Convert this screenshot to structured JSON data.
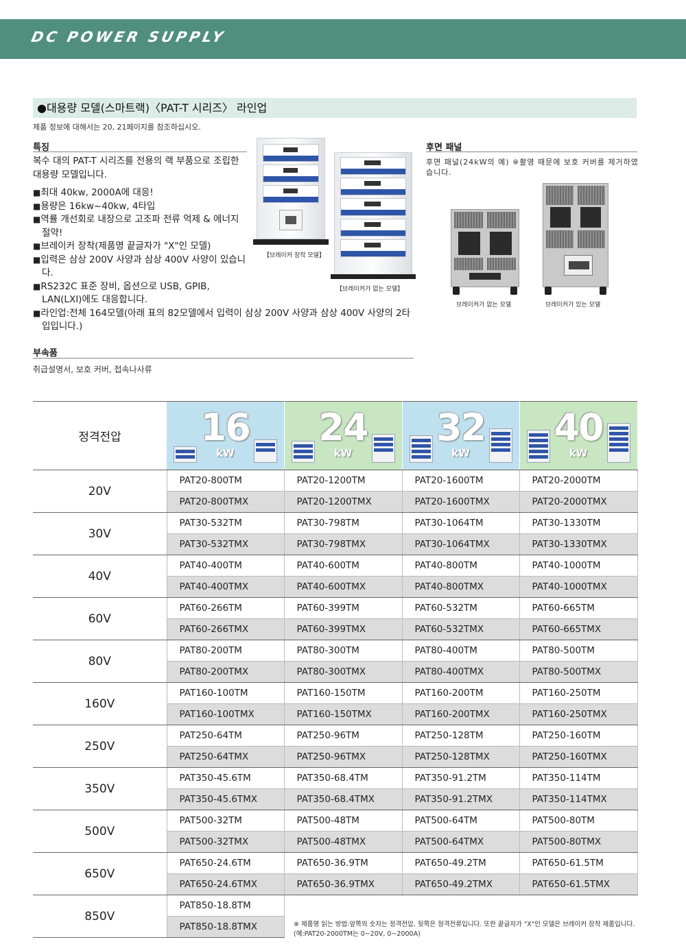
{
  "banner": {
    "title": "DC POWER SUPPLY"
  },
  "section": {
    "title": "●대용량 모델(스마트랙)〈PAT-T 시리즈〉 라인업",
    "ref_note": "제품 정보에 대해서는 20, 21페이지를 참조하십시오."
  },
  "features": {
    "heading": "특징",
    "intro": "복수 대의 PAT-T 시리즈를 전용의 랙 부품으로 조립한 대용량 모델입니다.",
    "items": [
      "최대 40kw, 2000A에 대응!",
      "용량은 16kw~40kw, 4타입",
      "역률 개선회로 내장으로 고조파 전류 억제 & 에너지 절약!",
      "브레이커 장착(제품명 끝글자가 \"X\"인 모델)",
      "입력은 삼상 200V 사양과 삼상 400V 사양이 있습니다.",
      "RS232C 표준 장비, 옵션으로 USB, GPIB, LAN(LXI)에도 대응합니다.",
      "라인업:전체 164모델(아래 표의 82모델에서 입력이 삼상 200V 사양과 삼상 400V 사양의 2타입입니다.)"
    ]
  },
  "product_images": {
    "caption_with_breaker": "【브레이커 장착 모델】",
    "caption_without_breaker": "【브레이커가 없는 모델】"
  },
  "accessories": {
    "heading": "부속품",
    "text": "취급설명서, 보호 커버, 접속나사류"
  },
  "rear_panel": {
    "heading": "후면 패널",
    "text": "후면 패널(24kW의 예) ※촬영 때문에 보호 커버를 제거하였습니다.",
    "caption_left": "브레이커가 없는 모델",
    "caption_right": "브레이커가 있는 모델"
  },
  "table": {
    "header_label": "정격전압",
    "capacities": [
      {
        "num": "16",
        "unit": "kW",
        "bg": "#bfe0ee"
      },
      {
        "num": "24",
        "unit": "kW",
        "bg": "#c8e6c2"
      },
      {
        "num": "32",
        "unit": "kW",
        "bg": "#bfe0ee"
      },
      {
        "num": "40",
        "unit": "kW",
        "bg": "#c8e6c2"
      }
    ],
    "rows": [
      {
        "voltage": "20V",
        "tm": [
          "PAT20-800TM",
          "PAT20-1200TM",
          "PAT20-1600TM",
          "PAT20-2000TM"
        ],
        "tmx": [
          "PAT20-800TMX",
          "PAT20-1200TMX",
          "PAT20-1600TMX",
          "PAT20-2000TMX"
        ]
      },
      {
        "voltage": "30V",
        "tm": [
          "PAT30-532TM",
          "PAT30-798TM",
          "PAT30-1064TM",
          "PAT30-1330TM"
        ],
        "tmx": [
          "PAT30-532TMX",
          "PAT30-798TMX",
          "PAT30-1064TMX",
          "PAT30-1330TMX"
        ]
      },
      {
        "voltage": "40V",
        "tm": [
          "PAT40-400TM",
          "PAT40-600TM",
          "PAT40-800TM",
          "PAT40-1000TM"
        ],
        "tmx": [
          "PAT40-400TMX",
          "PAT40-600TMX",
          "PAT40-800TMX",
          "PAT40-1000TMX"
        ]
      },
      {
        "voltage": "60V",
        "tm": [
          "PAT60-266TM",
          "PAT60-399TM",
          "PAT60-532TM",
          "PAT60-665TM"
        ],
        "tmx": [
          "PAT60-266TMX",
          "PAT60-399TMX",
          "PAT60-532TMX",
          "PAT60-665TMX"
        ]
      },
      {
        "voltage": "80V",
        "tm": [
          "PAT80-200TM",
          "PAT80-300TM",
          "PAT80-400TM",
          "PAT80-500TM"
        ],
        "tmx": [
          "PAT80-200TMX",
          "PAT80-300TMX",
          "PAT80-400TMX",
          "PAT80-500TMX"
        ]
      },
      {
        "voltage": "160V",
        "tm": [
          "PAT160-100TM",
          "PAT160-150TM",
          "PAT160-200TM",
          "PAT160-250TM"
        ],
        "tmx": [
          "PAT160-100TMX",
          "PAT160-150TMX",
          "PAT160-200TMX",
          "PAT160-250TMX"
        ]
      },
      {
        "voltage": "250V",
        "tm": [
          "PAT250-64TM",
          "PAT250-96TM",
          "PAT250-128TM",
          "PAT250-160TM"
        ],
        "tmx": [
          "PAT250-64TMX",
          "PAT250-96TMX",
          "PAT250-128TMX",
          "PAT250-160TMX"
        ]
      },
      {
        "voltage": "350V",
        "tm": [
          "PAT350-45.6TM",
          "PAT350-68.4TM",
          "PAT350-91.2TM",
          "PAT350-114TM"
        ],
        "tmx": [
          "PAT350-45.6TMX",
          "PAT350-68.4TMX",
          "PAT350-91.2TMX",
          "PAT350-114TMX"
        ]
      },
      {
        "voltage": "500V",
        "tm": [
          "PAT500-32TM",
          "PAT500-48TM",
          "PAT500-64TM",
          "PAT500-80TM"
        ],
        "tmx": [
          "PAT500-32TMX",
          "PAT500-48TMX",
          "PAT500-64TMX",
          "PAT500-80TMX"
        ]
      },
      {
        "voltage": "650V",
        "tm": [
          "PAT650-24.6TM",
          "PAT650-36.9TM",
          "PAT650-49.2TM",
          "PAT650-61.5TM"
        ],
        "tmx": [
          "PAT650-24.6TMX",
          "PAT650-36.9TMX",
          "PAT650-49.2TMX",
          "PAT650-61.5TMX"
        ]
      },
      {
        "voltage": "850V",
        "tm": [
          "PAT850-18.8TM"
        ],
        "tmx": [
          "PAT850-18.8TMX"
        ]
      }
    ],
    "footnote": "※ 제품명 읽는 방법:앞쪽의 숫자는 정격전압, 뒷쪽은 정격전류입니다. 또한 끝글자가 \"X\"인 모델은 브레이커 장착 제품입니다. (예:PAT20-2000TM는 0~20V, 0~2000A)"
  }
}
